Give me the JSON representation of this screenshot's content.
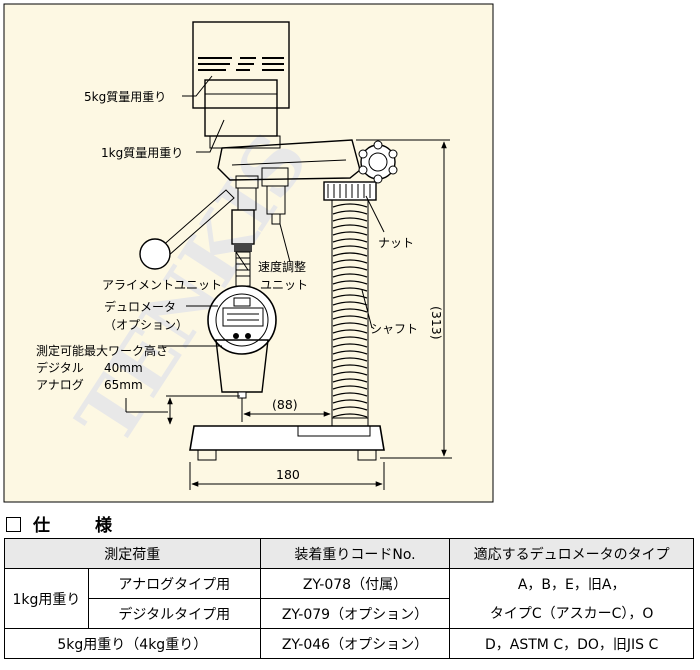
{
  "diagram": {
    "watermark": "TENKIS",
    "labels": {
      "weight_5kg": "5kg質量用重り",
      "weight_1kg": "1kg質量用重り",
      "nut": "ナット",
      "speed_adjust_1": "速度調整",
      "speed_adjust_2": "ユニット",
      "alignment": "アライメントユニット",
      "durometer_1": "デュロメータ",
      "durometer_2": "（オプション）",
      "shaft": "シャフト",
      "max_work_height": "測定可能最大ワーク高さ",
      "digital": "デジタル",
      "digital_value": "40mm",
      "analog": "アナログ",
      "analog_value": "65mm"
    },
    "dimensions": {
      "height": "(313)",
      "shaft_offset": "(88)",
      "base_width": "180"
    }
  },
  "spec": {
    "heading_1": "仕",
    "heading_2": "様",
    "headers": [
      "測定荷重",
      "装着重りコードNo.",
      "適応するデュロメータのタイプ"
    ],
    "row_group_1kg": "1kg用重り",
    "row_analog_label": "アナログタイプ用",
    "row_analog_code": "ZY-078（付属）",
    "row_analog_types": "A，B，E，旧A，",
    "row_digital_label": "デジタルタイプ用",
    "row_digital_code": "ZY-079（オプション）",
    "row_digital_types": "タイプC（アスカーC），O",
    "row_5kg_label": "5kg用重り（4kg重り）",
    "row_5kg_code": "ZY-046（オプション）",
    "row_5kg_types": "D，ASTM C，DO，旧JIS C"
  }
}
